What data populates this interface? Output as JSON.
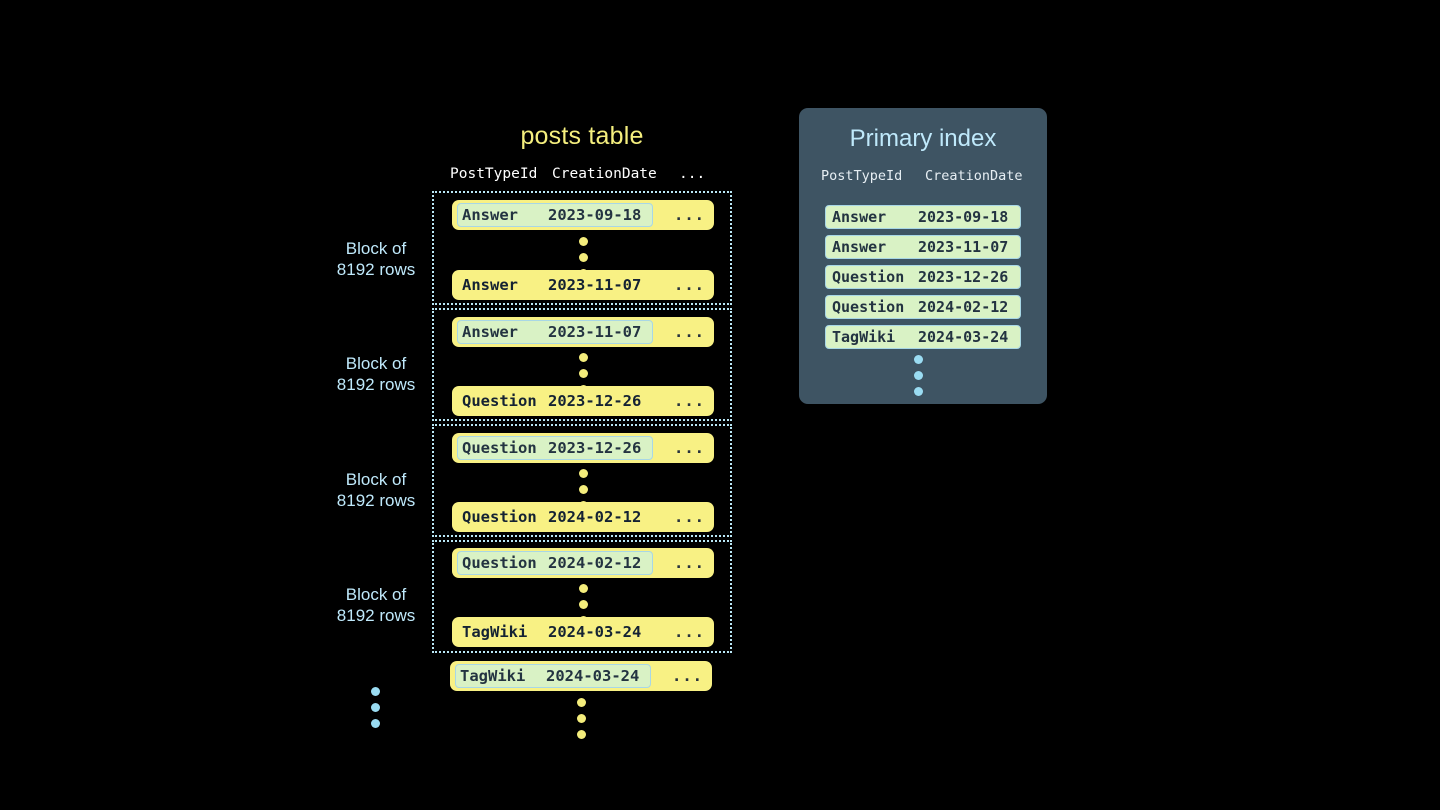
{
  "posts_table": {
    "title": "posts table",
    "columns": [
      "PostTypeId",
      "CreationDate",
      "..."
    ],
    "blocks": [
      {
        "label_line1": "Block of",
        "label_line2": "8192 rows",
        "first_row": {
          "post_type_id": "Answer",
          "creation_date": "2023-09-18",
          "more": "...",
          "marked": true
        },
        "last_row": {
          "post_type_id": "Answer",
          "creation_date": "2023-11-07",
          "more": "...",
          "marked": false
        }
      },
      {
        "label_line1": "Block of",
        "label_line2": "8192 rows",
        "first_row": {
          "post_type_id": "Answer",
          "creation_date": "2023-11-07",
          "more": "...",
          "marked": true
        },
        "last_row": {
          "post_type_id": "Question",
          "creation_date": "2023-12-26",
          "more": "...",
          "marked": false
        }
      },
      {
        "label_line1": "Block of",
        "label_line2": "8192 rows",
        "first_row": {
          "post_type_id": "Question",
          "creation_date": "2023-12-26",
          "more": "...",
          "marked": true
        },
        "last_row": {
          "post_type_id": "Question",
          "creation_date": "2024-02-12",
          "more": "...",
          "marked": false
        }
      },
      {
        "label_line1": "Block of",
        "label_line2": "8192 rows",
        "first_row": {
          "post_type_id": "Question",
          "creation_date": "2024-02-12",
          "more": "...",
          "marked": true
        },
        "last_row": {
          "post_type_id": "TagWiki",
          "creation_date": "2024-03-24",
          "more": "...",
          "marked": false
        }
      }
    ],
    "trailing_row": {
      "post_type_id": "TagWiki",
      "creation_date": "2024-03-24",
      "more": "...",
      "marked": true
    }
  },
  "primary_index": {
    "title": "Primary index",
    "columns": [
      "PostTypeId",
      "CreationDate"
    ],
    "rows": [
      {
        "post_type_id": "Answer",
        "creation_date": "2023-09-18"
      },
      {
        "post_type_id": "Answer",
        "creation_date": "2023-11-07"
      },
      {
        "post_type_id": "Question",
        "creation_date": "2023-12-26"
      },
      {
        "post_type_id": "Question",
        "creation_date": "2024-02-12"
      },
      {
        "post_type_id": "TagWiki",
        "creation_date": "2024-03-24"
      }
    ]
  },
  "colors": {
    "background": "#000000",
    "row_yellow": "#f8f184",
    "mark_mint": "#d9f2c5",
    "mark_border": "#a8d7e6",
    "accent_blue": "#bfe9fb",
    "panel_slate": "#3e5463",
    "title_yellow": "#f5ef7e",
    "row_text": "#142233"
  }
}
